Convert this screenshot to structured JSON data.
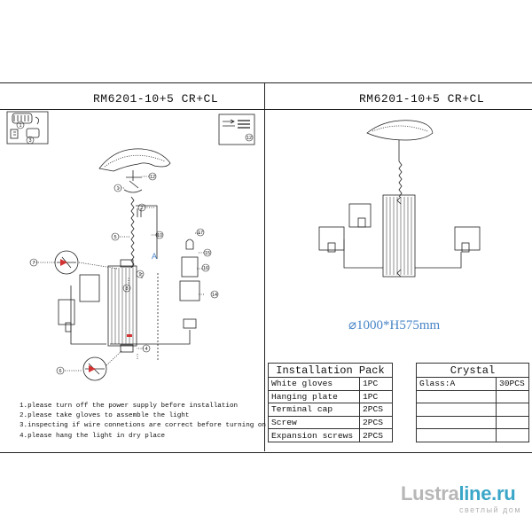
{
  "left_panel": {
    "model": "RM6201-10+5 CR+CL",
    "callouts": [
      "1",
      "2",
      "3",
      "4",
      "5",
      "6",
      "7",
      "8",
      "9",
      "10",
      "11",
      "12",
      "13",
      "14",
      "15",
      "16",
      "17"
    ],
    "notes": [
      "1.please turn off the power supply before installation",
      "2.please take gloves to assemble the light",
      "3.inspecting if wire connetions are correct before turning on",
      "4.please hang the light in dry place"
    ],
    "direction_label": "A"
  },
  "right_panel": {
    "model": "RM6201-10+5 CR+CL",
    "dimension": "⌀1000*H575mm"
  },
  "installation_pack": {
    "title": "Installation Pack",
    "rows": [
      {
        "item": "White gloves",
        "qty": "1PC"
      },
      {
        "item": "Hanging plate",
        "qty": "1PC"
      },
      {
        "item": "Terminal cap",
        "qty": "2PCS"
      },
      {
        "item": "Screw",
        "qty": "2PCS"
      },
      {
        "item": "Expansion screws",
        "qty": "2PCS"
      }
    ]
  },
  "crystal": {
    "title": "Crystal",
    "rows": [
      {
        "item": "Glass:A",
        "qty": "30PCS"
      }
    ]
  },
  "brand": {
    "name_main": "Lustra",
    "name_suffix": "line.ru",
    "tagline": "светлый дом"
  },
  "colors": {
    "line": "#222222",
    "dimension_text": "#4a86c7",
    "brand_suffix": "#3aa6c8",
    "brand_main": "#b7b7b7",
    "warning_red": "#d33333"
  }
}
